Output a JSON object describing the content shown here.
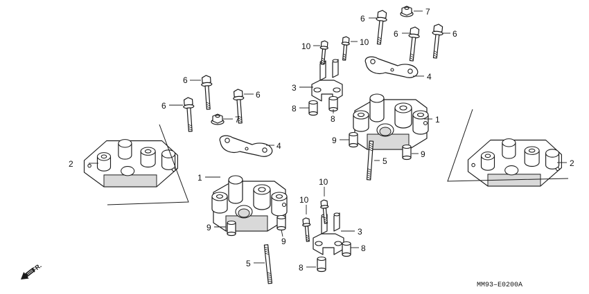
{
  "diagram": {
    "code": "MM93–E0200A",
    "direction": "FR.",
    "callouts": {
      "c1": "1",
      "c2": "2",
      "c3": "3",
      "c4": "4",
      "c5": "5",
      "c6": "6",
      "c7": "7",
      "c8": "8",
      "c9": "9",
      "c10": "10"
    },
    "icons": [
      "bolt-icon",
      "nut-icon",
      "dowel-icon",
      "stud-icon",
      "bracket-icon",
      "holder-icon",
      "plate-icon",
      "direction-arrow-icon"
    ]
  }
}
